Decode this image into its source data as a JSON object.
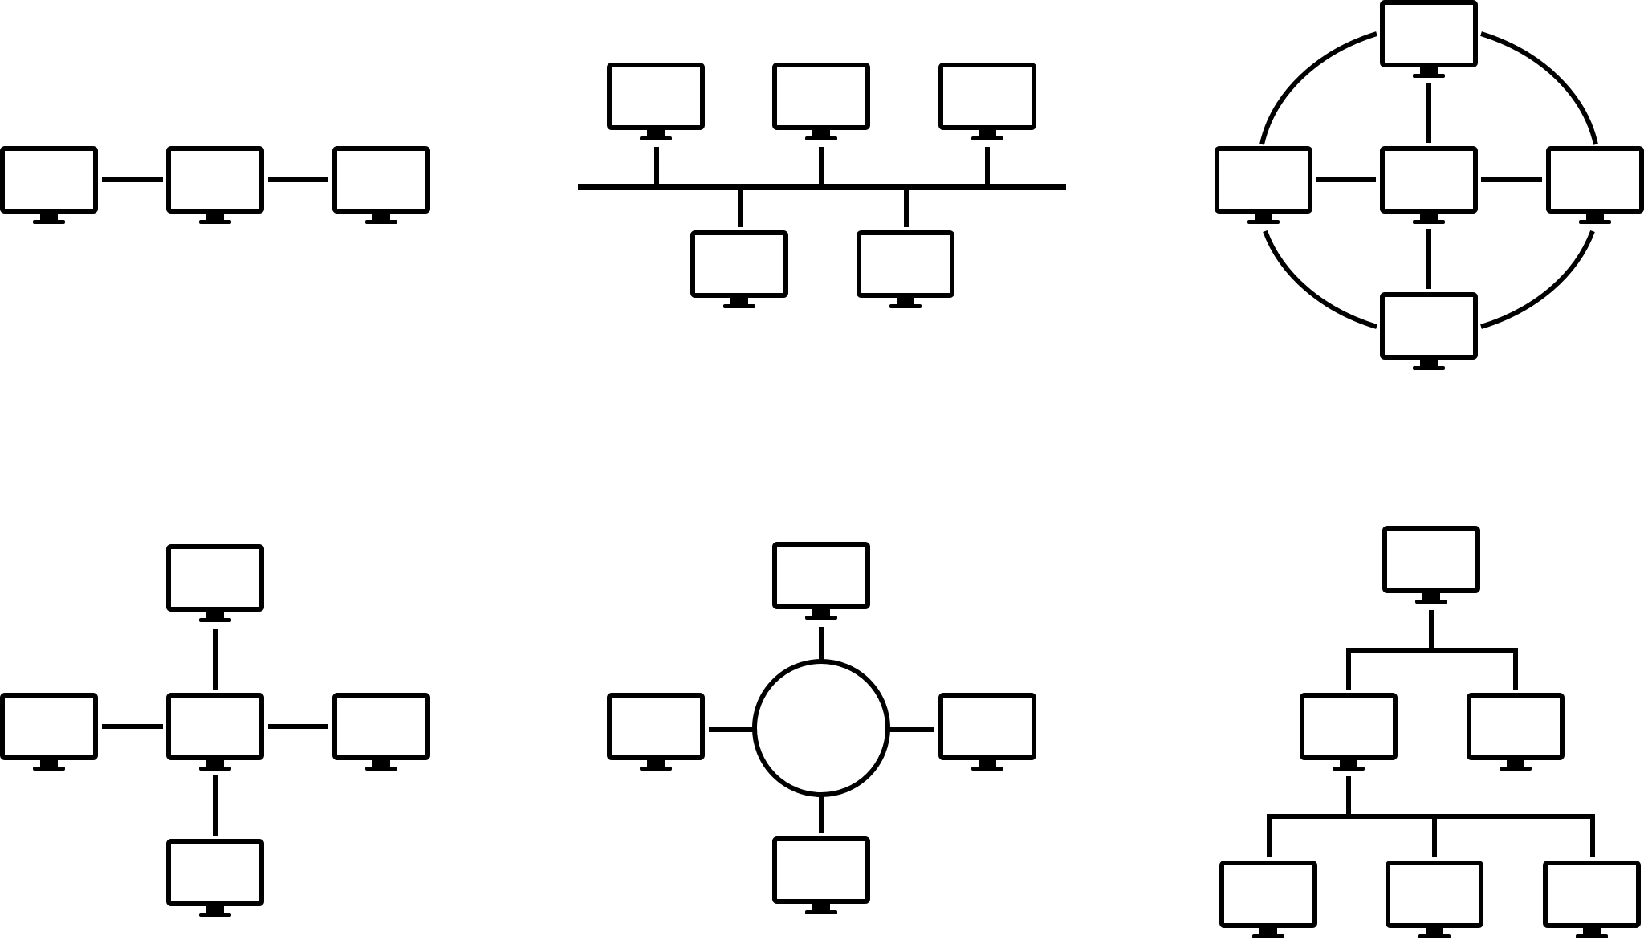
{
  "diagram": {
    "kind": "network-topologies",
    "ink_color": "#000000",
    "background_color": "#ffffff",
    "node_icon": "computer-monitor-icon",
    "topologies": [
      {
        "id": "point-to-point",
        "node_count": 3
      },
      {
        "id": "bus",
        "node_count": 5
      },
      {
        "id": "mesh-ring",
        "node_count": 5
      },
      {
        "id": "star",
        "node_count": 5
      },
      {
        "id": "hub-ring",
        "node_count": 4
      },
      {
        "id": "tree",
        "node_count": 6
      }
    ]
  }
}
